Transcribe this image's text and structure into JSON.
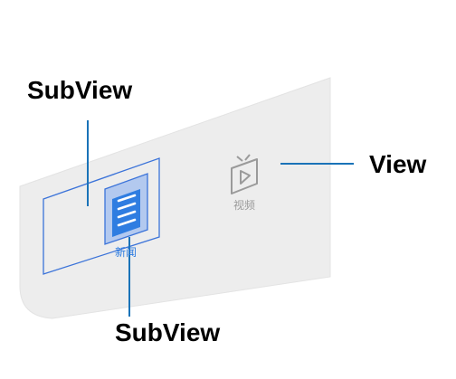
{
  "labels": {
    "subview_top": "SubView",
    "view": "View",
    "subview_bottom": "SubView"
  },
  "tabs": [
    {
      "label": "新闻",
      "icon": "news-list-icon",
      "selected": true
    },
    {
      "label": "视频",
      "icon": "tv-play-icon",
      "selected": false
    }
  ],
  "colors": {
    "panel": "#ededed",
    "frame_stroke": "#3b73d9",
    "leader_line": "#1a73b8",
    "icon_active": "#2f7de1",
    "icon_inactive": "#9a9a9a",
    "text": "#000000"
  }
}
